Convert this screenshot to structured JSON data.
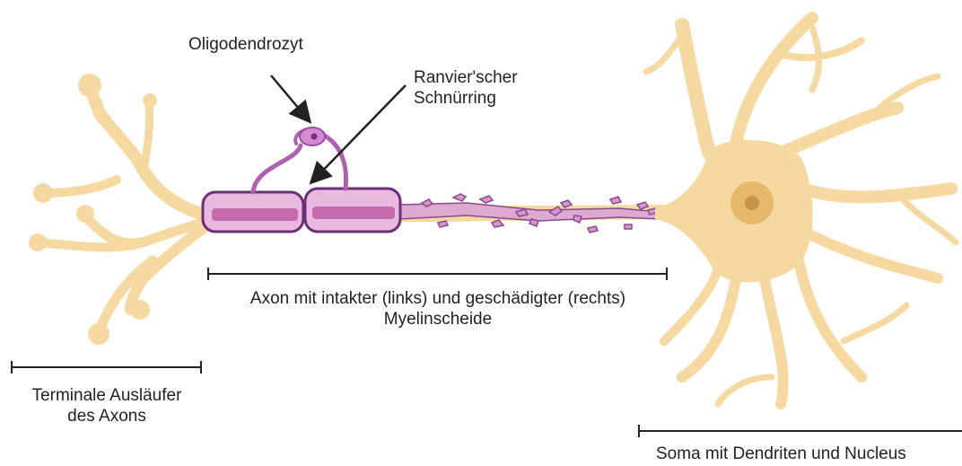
{
  "labels": {
    "oligodendrocyte": "Oligodendrozyt",
    "node_line1": "Ranvier'scher",
    "node_line2": "Schnürring",
    "axon_line1": "Axon mit intakter (links) und geschädigter (rechts)",
    "axon_line2": "Myelinscheide",
    "terminal_line1": "Terminale Ausläufer",
    "terminal_line2": "des Axons",
    "soma": "Soma mit Dendriten und Nucleus"
  },
  "colors": {
    "neuron_fill": "#f5d9a0",
    "neuron_stroke": "#e8c078",
    "myelin_fill": "#e9b8de",
    "myelin_stroke": "#6b2f7a",
    "myelin_inner": "#c86aae",
    "oligo_stroke": "#b060b0",
    "nucleus_outer": "#e8b86a",
    "nucleus_inner": "#c8944a",
    "text": "#222222"
  }
}
